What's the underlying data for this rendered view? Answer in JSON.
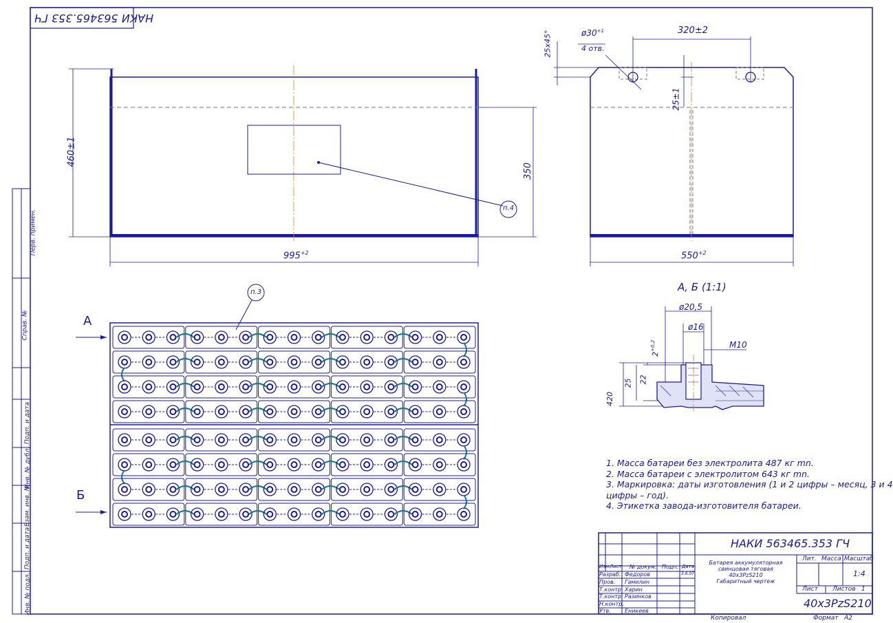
{
  "stamp_top": "НАКИ 563465.353 ГЧ",
  "dims": {
    "height_front": "460±1",
    "width_front": "995",
    "width_front_tol": "+2",
    "inner_height": "350",
    "side_width": "550",
    "side_width_tol": "+2",
    "chamfer": "25х45°",
    "hole_dia": "ø30",
    "hole_dia_tol": "+1",
    "hole_count": "4 отв.",
    "hole_spacing": "320±2",
    "hole_offset": "25±1"
  },
  "callouts": {
    "p4": "п.4",
    "p3": "п.3"
  },
  "section": {
    "title": "А, Б (1:1)",
    "d205": "ø20,5",
    "d16": "ø16",
    "thread": "М10",
    "h_tol": "2",
    "h_tol_sup": "+0,2",
    "h22": "22",
    "h25": "25",
    "h420": "420"
  },
  "view_labels": {
    "a": "А",
    "b": "Б"
  },
  "battery": {
    "rows": 8,
    "cols": 15
  },
  "notes": [
    "1. Масса батареи без электролита 487 кг mn.",
    "2. Масса батареи с электролитом 643 кг mn.",
    "3. Маркировка: даты изготовления (1 и 2 цифры – месяц, 3 и 4",
    "цифры – год).",
    "4. Этикетка завода-изготовителя батареи."
  ],
  "left_strip": [
    "Перв. примен.",
    "Справ. №",
    "Подп. и дата",
    "Инв. № дубл.",
    "Взам. инв. №",
    "Подп. и дата",
    "Инв. № подл."
  ],
  "title_block": {
    "doc_number": "НАКИ 563465.353 ГЧ",
    "headers": [
      "Изм.",
      "Лист",
      "№ докум.",
      "Подп.",
      "Дата"
    ],
    "roles": [
      "Разраб.",
      "Пров.",
      "Т.контр.",
      "Т.контр.",
      "Н.контр.",
      "Утв."
    ],
    "names": [
      "Федоров",
      "Гамилин",
      "Харин",
      "Разинков",
      "",
      "Еникеев"
    ],
    "date_first": "3.6.07",
    "product_lines": [
      "Батарея аккумуляторная",
      "свинцовая тяговая",
      "40х3PzS210",
      "Габаритный чертеж"
    ],
    "lit": "Лит.",
    "mass": "Масса",
    "scale_label": "Масштаб",
    "scale": "1:4",
    "sheet": "Лист",
    "sheets": "Листов",
    "sheets_count": "1",
    "code": "40х3PzS210",
    "copied": "Копировал",
    "format": "Формат",
    "format_value": "А2"
  }
}
